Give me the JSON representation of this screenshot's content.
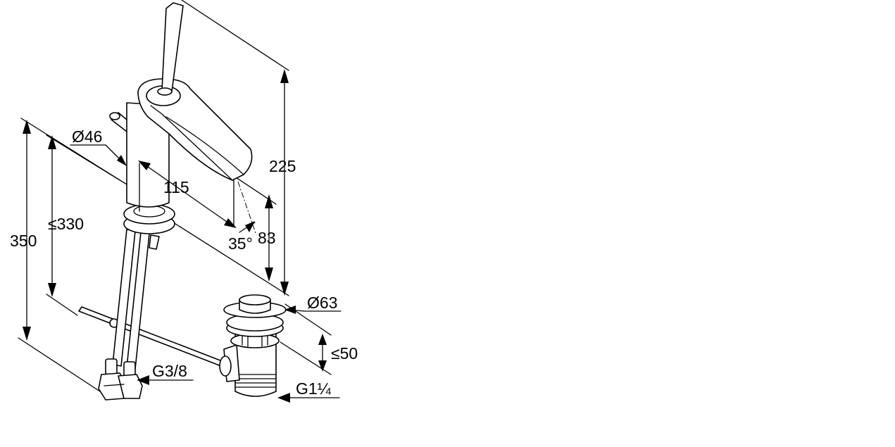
{
  "dimensions": {
    "height_total": "350",
    "height_max": "≤330",
    "spout_height": "225",
    "diameter_body": "Ø46",
    "spout_reach": "115",
    "outlet_height": "83",
    "spout_angle": "35°",
    "waste_diameter": "Ø63",
    "waste_height": "≤50",
    "hose_thread": "G3/8",
    "waste_thread": "G1¼"
  }
}
